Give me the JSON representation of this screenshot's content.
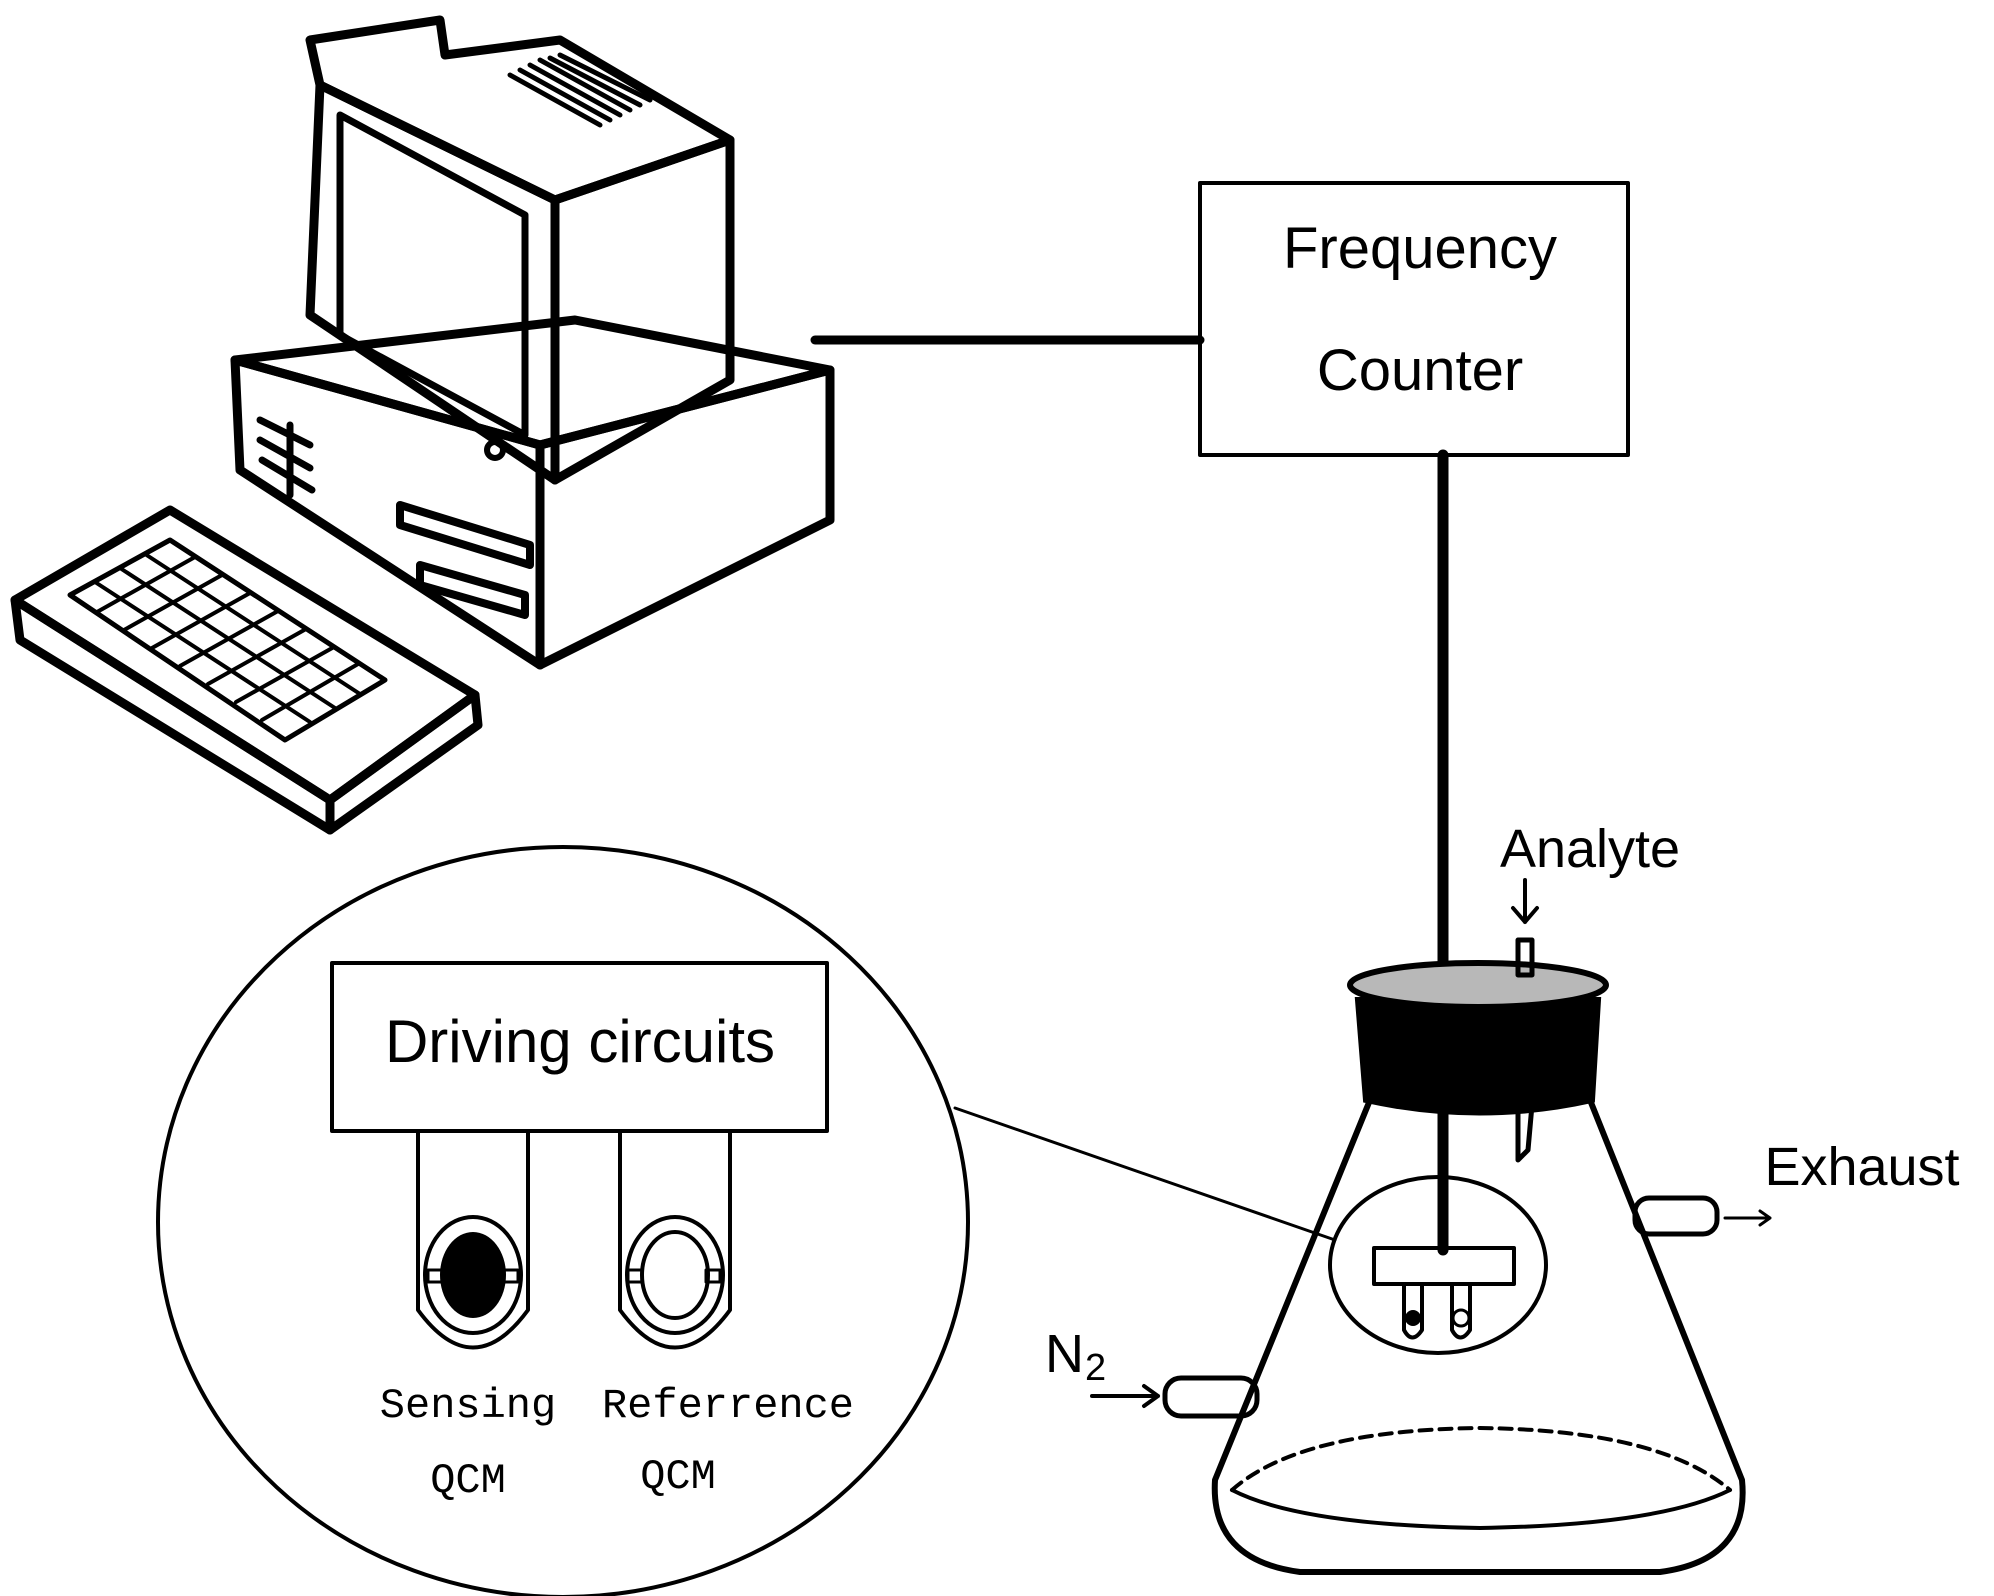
{
  "labels": {
    "frequency_line1": "Frequency",
    "frequency_line2": "Counter",
    "analyte": "Analyte",
    "exhaust": "Exhaust",
    "n2_main": "N",
    "n2_sub": "2",
    "driving_circuits": "Driving circuits",
    "sensing_line1": "Sensing",
    "sensing_line2": "QCM",
    "reference_line1": "Referrence",
    "reference_line2": "QCM"
  },
  "icons": {
    "computer": "desktop-computer-icon",
    "keyboard": "keyboard-icon",
    "flask": "conical-flask-icon"
  },
  "colors": {
    "line": "#000000",
    "background": "#ffffff"
  }
}
